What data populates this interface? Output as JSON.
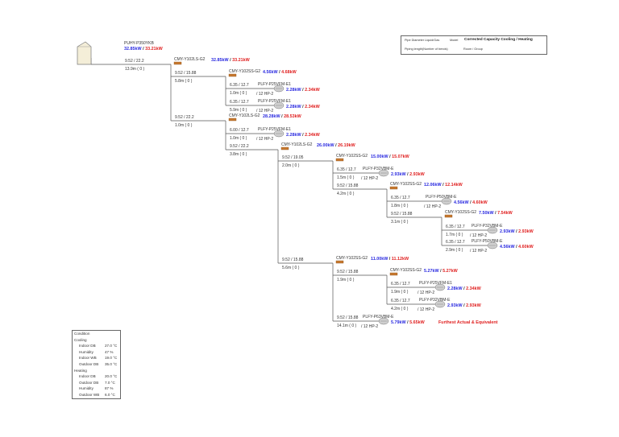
{
  "outdoor": {
    "model": "PUHY-P350YKB",
    "cap_cool": "32.85kW",
    "cap_heat": "33.21kW"
  },
  "legend": {
    "pipe_diameter": "Pipe Diameter Liquid/Gas",
    "model": "Model",
    "title": "Corrected Capacity Cooling / Heating",
    "pipe_length": "Piping length(Number of bends)",
    "room": "Room / Group"
  },
  "sep": " / ",
  "pipes": [
    {
      "id": "p1",
      "dia": "9.52 / 22.2",
      "len": "13.9m ( 0 )"
    },
    {
      "id": "p2",
      "dia": "9.52 / 15.88",
      "len": "5.8m ( 0 )"
    },
    {
      "id": "p3",
      "dia": "6.35 / 12.7",
      "len": "1.0m ( 0 )"
    },
    {
      "id": "p4",
      "dia": "6.35 / 12.7",
      "len": "5.9m ( 0 )"
    },
    {
      "id": "p5",
      "dia": "9.52 / 22.2",
      "len": "1.0m ( 0 )"
    },
    {
      "id": "p6",
      "dia": "6.00 / 12.7",
      "len": "1.0m ( 0 )"
    },
    {
      "id": "p7",
      "dia": "9.52 / 22.2",
      "len": "3.8m ( 0 )"
    },
    {
      "id": "p8",
      "dia": "9.52 / 19.05",
      "len": "2.0m ( 0 )"
    },
    {
      "id": "p9",
      "dia": "6.35 / 12.7",
      "len": "1.5m ( 0 )"
    },
    {
      "id": "p10",
      "dia": "9.52 / 15.88",
      "len": "4.2m ( 0 )"
    },
    {
      "id": "p11",
      "dia": "6.35 / 12.7",
      "len": "1.8m ( 0 )"
    },
    {
      "id": "p12",
      "dia": "9.52 / 15.88",
      "len": "3.1m ( 0 )"
    },
    {
      "id": "p13",
      "dia": "6.35 / 12.7",
      "len": "1.7m ( 0 )"
    },
    {
      "id": "p14",
      "dia": "6.35 / 12.7",
      "len": "2.9m ( 0 )"
    },
    {
      "id": "p15",
      "dia": "9.52 / 15.88",
      "len": "5.6m ( 0 )"
    },
    {
      "id": "p16",
      "dia": "9.52 / 15.88",
      "len": "1.9m ( 0 )"
    },
    {
      "id": "p17",
      "dia": "6.35 / 12.7",
      "len": "1.9m ( 0 )"
    },
    {
      "id": "p18",
      "dia": "6.35 / 12.7",
      "len": "4.2m ( 0 )"
    },
    {
      "id": "p19",
      "dia": "9.52 / 15.88",
      "len": "14.1m ( 0 )"
    }
  ],
  "joints": [
    {
      "id": "j1",
      "model": "CMY-Y102LS-G2",
      "cap_cool": "32.85kW",
      "cap_heat": "33.21kW"
    },
    {
      "id": "j2",
      "model": "CMY-Y102SS-G2",
      "cap_cool": "4.56kW",
      "cap_heat": "4.68kW"
    },
    {
      "id": "j3",
      "model": "CMY-Y102LS-G2",
      "cap_cool": "28.28kW",
      "cap_heat": "28.53kW"
    },
    {
      "id": "j4",
      "model": "CMY-Y102LS-G2",
      "cap_cool": "26.00kW",
      "cap_heat": "26.19kW"
    },
    {
      "id": "j5",
      "model": "CMY-Y102SS-G2",
      "cap_cool": "15.00kW",
      "cap_heat": "15.07kW"
    },
    {
      "id": "j6",
      "model": "CMY-Y102SS-G2",
      "cap_cool": "12.06kW",
      "cap_heat": "12.14kW"
    },
    {
      "id": "j7",
      "model": "CMY-Y102SS-G2",
      "cap_cool": "7.50kW",
      "cap_heat": "7.54kW"
    },
    {
      "id": "j8",
      "model": "CMY-Y102SS-G2",
      "cap_cool": "11.00kW",
      "cap_heat": "11.12kW"
    },
    {
      "id": "j9",
      "model": "CMY-Y102SS-G2",
      "cap_cool": "5.27kW",
      "cap_heat": "5.27kW"
    }
  ],
  "indoor": [
    {
      "id": "i1",
      "model": "PLFY-P25VFM-E1",
      "room": "/ 12 HP-2",
      "cap_cool": "2.28kW",
      "cap_heat": "2.34kW"
    },
    {
      "id": "i2",
      "model": "PLFY-P25VFM-E1",
      "room": "/ 12 HP-2",
      "cap_cool": "2.28kW",
      "cap_heat": "2.34kW"
    },
    {
      "id": "i3",
      "model": "PLFY-P25VFM-E1",
      "room": "/ 12 HP-2",
      "cap_cool": "2.28kW",
      "cap_heat": "2.34kW"
    },
    {
      "id": "i4",
      "model": "PLFY-P32VBM-E",
      "room": "/ 12 HP-2",
      "cap_cool": "2.93kW",
      "cap_heat": "2.93kW"
    },
    {
      "id": "i5",
      "model": "PLFY-P50VBM-E",
      "room": "/ 12 HP-2",
      "cap_cool": "4.56kW",
      "cap_heat": "4.60kW"
    },
    {
      "id": "i6",
      "model": "PLFY-P32VBM-E",
      "room": "/ 12 HP-2",
      "cap_cool": "2.93kW",
      "cap_heat": "2.93kW"
    },
    {
      "id": "i7",
      "model": "PLFY-P50VBM-E",
      "room": "/ 12 HP-2",
      "cap_cool": "4.56kW",
      "cap_heat": "4.60kW"
    },
    {
      "id": "i8",
      "model": "PLFY-P25VFM-E1",
      "room": "/ 12 HP-2",
      "cap_cool": "2.28kW",
      "cap_heat": "2.34kW"
    },
    {
      "id": "i9",
      "model": "PLFY-P32VBM-E",
      "room": "/ 12 HP-2",
      "cap_cool": "2.93kW",
      "cap_heat": "2.93kW"
    },
    {
      "id": "i10",
      "model": "PLFY-P63VBM-E",
      "room": "/ 12 HP-2",
      "cap_cool": "5.79kW",
      "cap_heat": "5.65kW"
    }
  ],
  "furthest_label": "Furthest Actual & Equivalent",
  "conditions": {
    "title": "Condition",
    "cooling_label": "Cooling",
    "cooling": [
      {
        "label": "Indoor DB",
        "value": "27.0 °C"
      },
      {
        "label": "Humidity",
        "value": "47 %"
      },
      {
        "label": "Indoor WB",
        "value": "19.0 °C"
      },
      {
        "label": "Outdoor DB",
        "value": "35.0 °C"
      }
    ],
    "heating_label": "Heating",
    "heating": [
      {
        "label": "Indoor DB",
        "value": "20.0 °C"
      },
      {
        "label": "Outdoor DB",
        "value": "7.0 °C"
      },
      {
        "label": "Humidity",
        "value": "87 %"
      },
      {
        "label": "Outdoor WB",
        "value": "6.0 °C"
      }
    ]
  },
  "colors": {
    "cool": "#2a2ae0",
    "heat": "#e02020",
    "joint": "#c87a30",
    "pipe": "#555555"
  }
}
